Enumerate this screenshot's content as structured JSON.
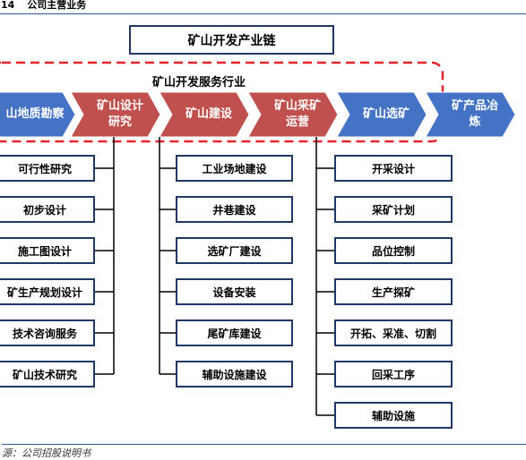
{
  "header": {
    "figure_no": "14",
    "title": "公司主营业务"
  },
  "top_box": "矿山开发产业链",
  "service_label": "矿山开发服务行业",
  "chain": [
    {
      "label": "山地质勘察",
      "color": "#4472c4"
    },
    {
      "label": "矿山设计\n研究",
      "color": "#c0504d"
    },
    {
      "label": "矿山建设",
      "color": "#c0504d"
    },
    {
      "label": "矿山采矿\n运营",
      "color": "#c0504d"
    },
    {
      "label": "矿山选矿",
      "color": "#4472c4"
    },
    {
      "label": "矿产品冶\n炼",
      "color": "#4472c4"
    }
  ],
  "col1": [
    "可行性研究",
    "初步设计",
    "施工图设计",
    "矿生产规划设计",
    "技术咨询服务",
    "矿山技术研究"
  ],
  "col2": [
    "工业场地建设",
    "井巷建设",
    "选矿厂建设",
    "设备安装",
    "尾矿库建设",
    "辅助设施建设"
  ],
  "col3": [
    "开采设计",
    "采矿计划",
    "品位控制",
    "生产探矿",
    "开拓、采准、切割",
    "回采工序",
    "辅助设施"
  ],
  "source": "源：公司招股说明书",
  "colors": {
    "border": "#1f3864",
    "dashed": "#e8242b",
    "blue": "#4472c4",
    "red": "#c0504d"
  }
}
